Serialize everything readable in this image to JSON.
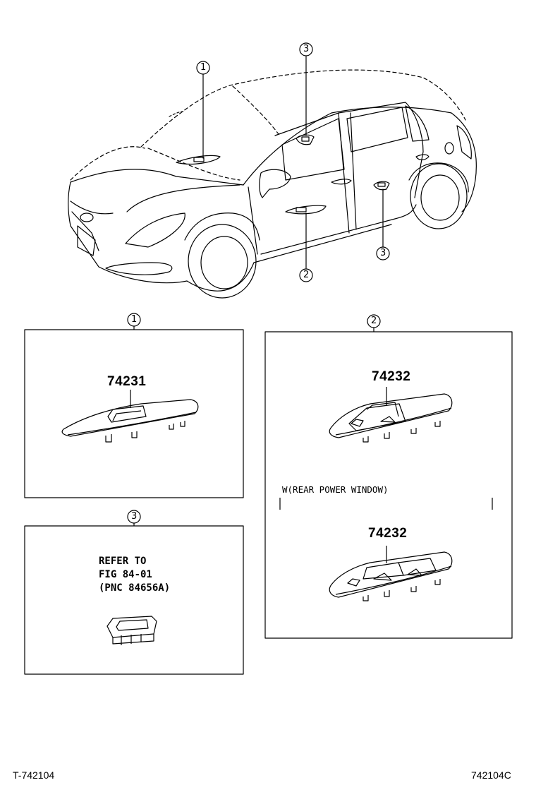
{
  "callouts": {
    "one": "1",
    "two": "2",
    "three": "3"
  },
  "panels": {
    "panel1": {
      "callout": "1",
      "part_number": "74231"
    },
    "panel2": {
      "callout": "2",
      "part_number_top": "74232",
      "condition_label": "W(REAR POWER WINDOW)",
      "part_number_bottom": "74232"
    },
    "panel3": {
      "callout": "3",
      "note_line1": "REFER TO",
      "note_line2": "FIG 84-01",
      "note_line3": "(PNC 84656A)"
    }
  },
  "footer": {
    "left_code": "T-742104",
    "right_code": "742104C"
  }
}
